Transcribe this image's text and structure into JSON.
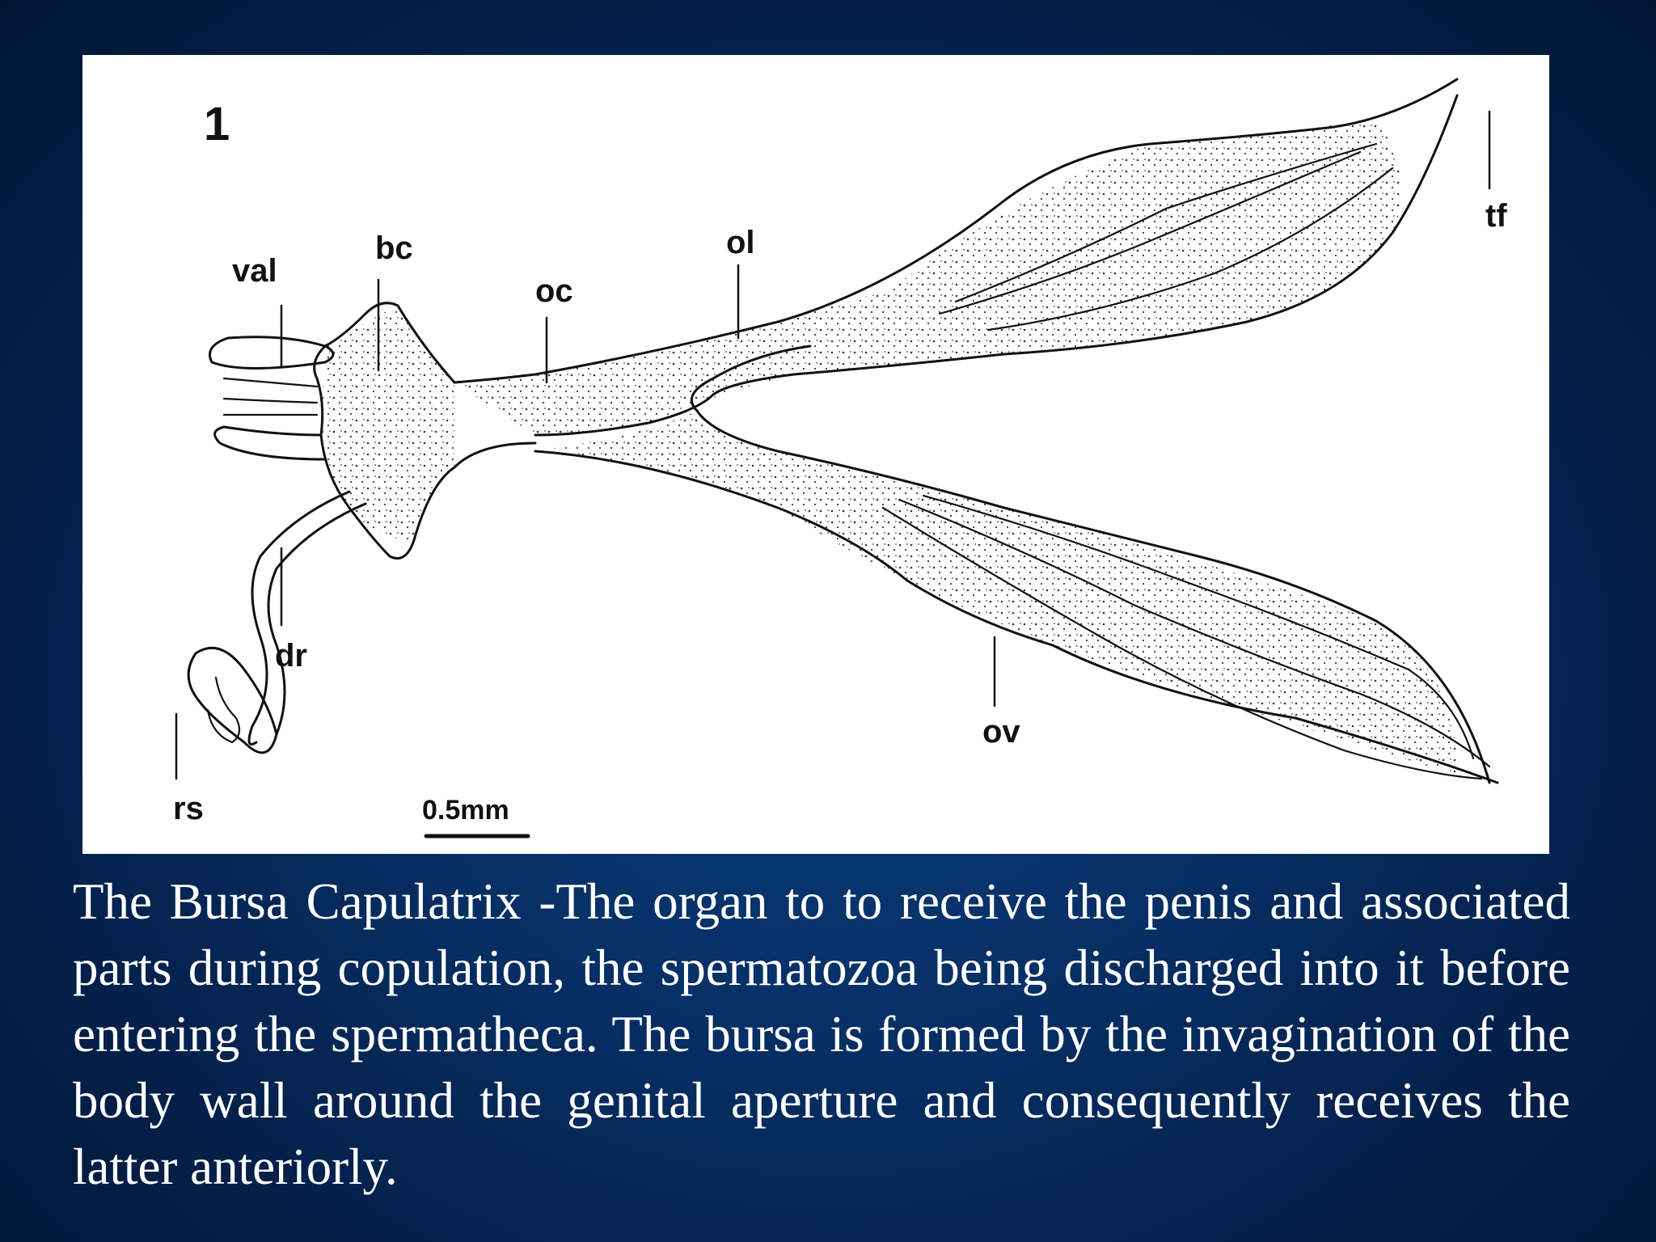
{
  "figure": {
    "number": "1",
    "labels": {
      "val": "val",
      "bc": "bc",
      "oc": "oc",
      "ol": "ol",
      "tf": "tf",
      "dr": "dr",
      "ov": "ov",
      "rs": "rs"
    },
    "scale_bar": "0.5mm"
  },
  "caption": "The Bursa Capulatrix -The organ to to receive the penis and associated parts during copulation, the spermatozoa being discharged into it before entering the spermatheca. The bursa is formed by the invagination of the body wall around the genital aperture and consequently receives the latter anteriorly.",
  "colors": {
    "background": "#073066",
    "panel": "#ffffff",
    "caption_text": "#ffffff"
  }
}
